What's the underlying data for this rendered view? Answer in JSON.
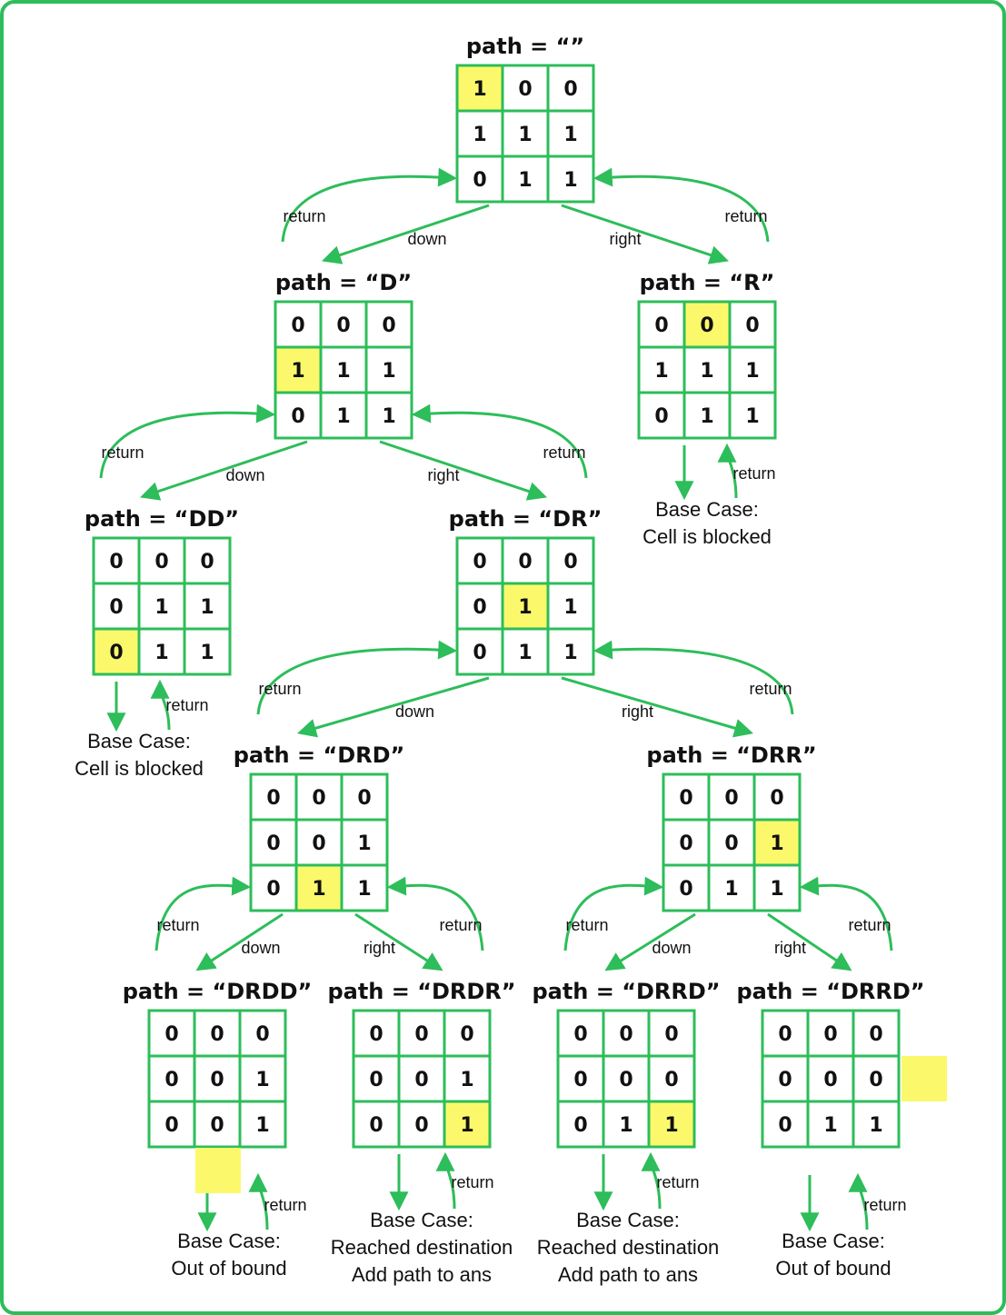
{
  "colors": {
    "green": "#2dbd5a",
    "highlight": "#fbf96b",
    "text": "#111111",
    "background": "#ffffff"
  },
  "nodes": [
    {
      "id": "root",
      "title": "path = “”",
      "grid": [
        [
          "1",
          "0",
          "0"
        ],
        [
          "1",
          "1",
          "1"
        ],
        [
          "0",
          "1",
          "1"
        ]
      ],
      "highlight": [
        0,
        0
      ]
    },
    {
      "id": "D",
      "title": "path = “D”",
      "grid": [
        [
          "0",
          "0",
          "0"
        ],
        [
          "1",
          "1",
          "1"
        ],
        [
          "0",
          "1",
          "1"
        ]
      ],
      "highlight": [
        1,
        0
      ]
    },
    {
      "id": "R",
      "title": "path = “R”",
      "grid": [
        [
          "0",
          "0",
          "0"
        ],
        [
          "1",
          "1",
          "1"
        ],
        [
          "0",
          "1",
          "1"
        ]
      ],
      "highlight": [
        0,
        1
      ]
    },
    {
      "id": "DD",
      "title": "path = “DD”",
      "grid": [
        [
          "0",
          "0",
          "0"
        ],
        [
          "0",
          "1",
          "1"
        ],
        [
          "0",
          "1",
          "1"
        ]
      ],
      "highlight": [
        2,
        0
      ]
    },
    {
      "id": "DR",
      "title": "path = “DR”",
      "grid": [
        [
          "0",
          "0",
          "0"
        ],
        [
          "0",
          "1",
          "1"
        ],
        [
          "0",
          "1",
          "1"
        ]
      ],
      "highlight": [
        1,
        1
      ]
    },
    {
      "id": "DRD",
      "title": "path = “DRD”",
      "grid": [
        [
          "0",
          "0",
          "0"
        ],
        [
          "0",
          "0",
          "1"
        ],
        [
          "0",
          "1",
          "1"
        ]
      ],
      "highlight": [
        2,
        1
      ]
    },
    {
      "id": "DRR",
      "title": "path = “DRR”",
      "grid": [
        [
          "0",
          "0",
          "0"
        ],
        [
          "0",
          "0",
          "1"
        ],
        [
          "0",
          "1",
          "1"
        ]
      ],
      "highlight": [
        1,
        2
      ]
    },
    {
      "id": "DRDD",
      "title": "path = “DRDD”",
      "grid": [
        [
          "0",
          "0",
          "0"
        ],
        [
          "0",
          "0",
          "1"
        ],
        [
          "0",
          "0",
          "1"
        ]
      ],
      "highlight": null
    },
    {
      "id": "DRDR",
      "title": "path = “DRDR”",
      "grid": [
        [
          "0",
          "0",
          "0"
        ],
        [
          "0",
          "0",
          "1"
        ],
        [
          "0",
          "0",
          "1"
        ]
      ],
      "highlight": [
        2,
        2
      ]
    },
    {
      "id": "DRRD",
      "title": "path = “DRRD”",
      "grid": [
        [
          "0",
          "0",
          "0"
        ],
        [
          "0",
          "0",
          "0"
        ],
        [
          "0",
          "1",
          "1"
        ]
      ],
      "highlight": [
        2,
        2
      ]
    },
    {
      "id": "DRRR",
      "title": "path = “DRRD”",
      "grid": [
        [
          "0",
          "0",
          "0"
        ],
        [
          "0",
          "0",
          "0"
        ],
        [
          "0",
          "1",
          "1"
        ]
      ],
      "highlight": null
    }
  ],
  "edge_labels": {
    "down": "down",
    "right": "right",
    "return": "return"
  },
  "base_cases": [
    {
      "id": "R-base",
      "lines": [
        "Base Case:",
        "Cell is blocked"
      ]
    },
    {
      "id": "DD-base",
      "lines": [
        "Base Case:",
        "Cell is blocked"
      ]
    },
    {
      "id": "DRDD-base",
      "lines": [
        "Base Case:",
        "Out of bound"
      ]
    },
    {
      "id": "DRDR-base",
      "lines": [
        "Base Case:",
        "Reached destination",
        "Add path to ans"
      ]
    },
    {
      "id": "DRRD-base",
      "lines": [
        "Base Case:",
        "Reached destination",
        "Add path to ans"
      ]
    },
    {
      "id": "DRRR-base",
      "lines": [
        "Base Case:",
        "Out of bound"
      ]
    }
  ]
}
